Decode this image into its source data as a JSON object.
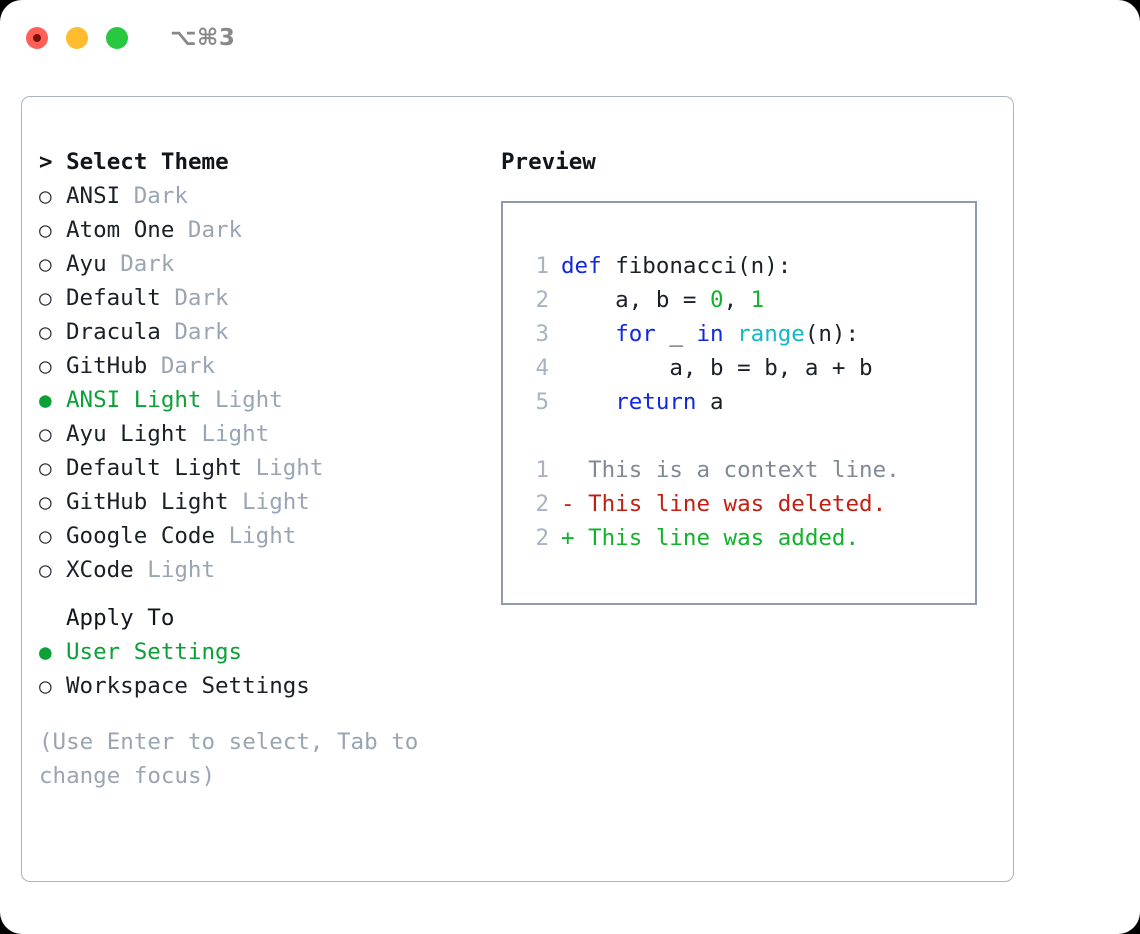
{
  "window": {
    "shortcut": "⌥⌘3",
    "traffic_lights": [
      {
        "name": "close",
        "color": "#ff5f57"
      },
      {
        "name": "minimize",
        "color": "#febc2e"
      },
      {
        "name": "maximize",
        "color": "#28c840"
      }
    ]
  },
  "theme_panel": {
    "header": "> Select Theme",
    "items": [
      {
        "marker": "○",
        "name": "ANSI",
        "kind": "Dark",
        "selected": false
      },
      {
        "marker": "○",
        "name": "Atom One",
        "kind": "Dark",
        "selected": false
      },
      {
        "marker": "○",
        "name": "Ayu",
        "kind": "Dark",
        "selected": false
      },
      {
        "marker": "○",
        "name": "Default",
        "kind": "Dark",
        "selected": false
      },
      {
        "marker": "○",
        "name": "Dracula",
        "kind": "Dark",
        "selected": false
      },
      {
        "marker": "○",
        "name": "GitHub",
        "kind": "Dark",
        "selected": false
      },
      {
        "marker": "●",
        "name": "ANSI Light",
        "kind": "Light",
        "selected": true
      },
      {
        "marker": "○",
        "name": "Ayu Light",
        "kind": "Light",
        "selected": false
      },
      {
        "marker": "○",
        "name": "Default Light",
        "kind": "Light",
        "selected": false
      },
      {
        "marker": "○",
        "name": "GitHub Light",
        "kind": "Light",
        "selected": false
      },
      {
        "marker": "○",
        "name": "Google Code",
        "kind": "Light",
        "selected": false
      },
      {
        "marker": "○",
        "name": "XCode",
        "kind": "Light",
        "selected": false
      }
    ]
  },
  "apply_to": {
    "header": "Apply To",
    "options": [
      {
        "marker": "●",
        "name": "User Settings",
        "selected": true
      },
      {
        "marker": "○",
        "name": "Workspace Settings",
        "selected": false
      }
    ]
  },
  "hint": "(Use Enter to select, Tab to change focus)",
  "preview": {
    "header": "Preview",
    "code_lines": [
      {
        "ln": "1",
        "tokens": [
          {
            "t": "def",
            "c": "kw"
          },
          {
            "t": " ",
            "c": "plain"
          },
          {
            "t": "fibonacci(n):",
            "c": "id"
          }
        ]
      },
      {
        "ln": "2",
        "tokens": [
          {
            "t": "    a, b = ",
            "c": "id"
          },
          {
            "t": "0",
            "c": "num"
          },
          {
            "t": ", ",
            "c": "id"
          },
          {
            "t": "1",
            "c": "num"
          }
        ]
      },
      {
        "ln": "3",
        "tokens": [
          {
            "t": "    ",
            "c": "plain"
          },
          {
            "t": "for",
            "c": "kw"
          },
          {
            "t": " _ ",
            "c": "id"
          },
          {
            "t": "in",
            "c": "kw"
          },
          {
            "t": " ",
            "c": "id"
          },
          {
            "t": "range",
            "c": "fn"
          },
          {
            "t": "(n):",
            "c": "id"
          }
        ]
      },
      {
        "ln": "4",
        "tokens": [
          {
            "t": "        a, b = b, a + b",
            "c": "id"
          }
        ]
      },
      {
        "ln": "5",
        "tokens": [
          {
            "t": "    ",
            "c": "plain"
          },
          {
            "t": "return",
            "c": "kw"
          },
          {
            "t": " a",
            "c": "id"
          }
        ]
      }
    ],
    "diff_lines": [
      {
        "ln": "1",
        "sign": "  ",
        "text": "This is a context line.",
        "kind": "ctx"
      },
      {
        "ln": "2",
        "sign": "- ",
        "text": "This line was deleted.",
        "kind": "del"
      },
      {
        "ln": "2",
        "sign": "+ ",
        "text": "This line was added.",
        "kind": "add"
      }
    ]
  },
  "colors": {
    "accent_green": "#0ba137",
    "muted": "#9aa5b4",
    "keyword": "#1227e0",
    "function": "#13b8c4",
    "number": "#12b22b",
    "diff_added": "#12b22b",
    "diff_deleted": "#c21f12",
    "border": "#aab4c2"
  }
}
